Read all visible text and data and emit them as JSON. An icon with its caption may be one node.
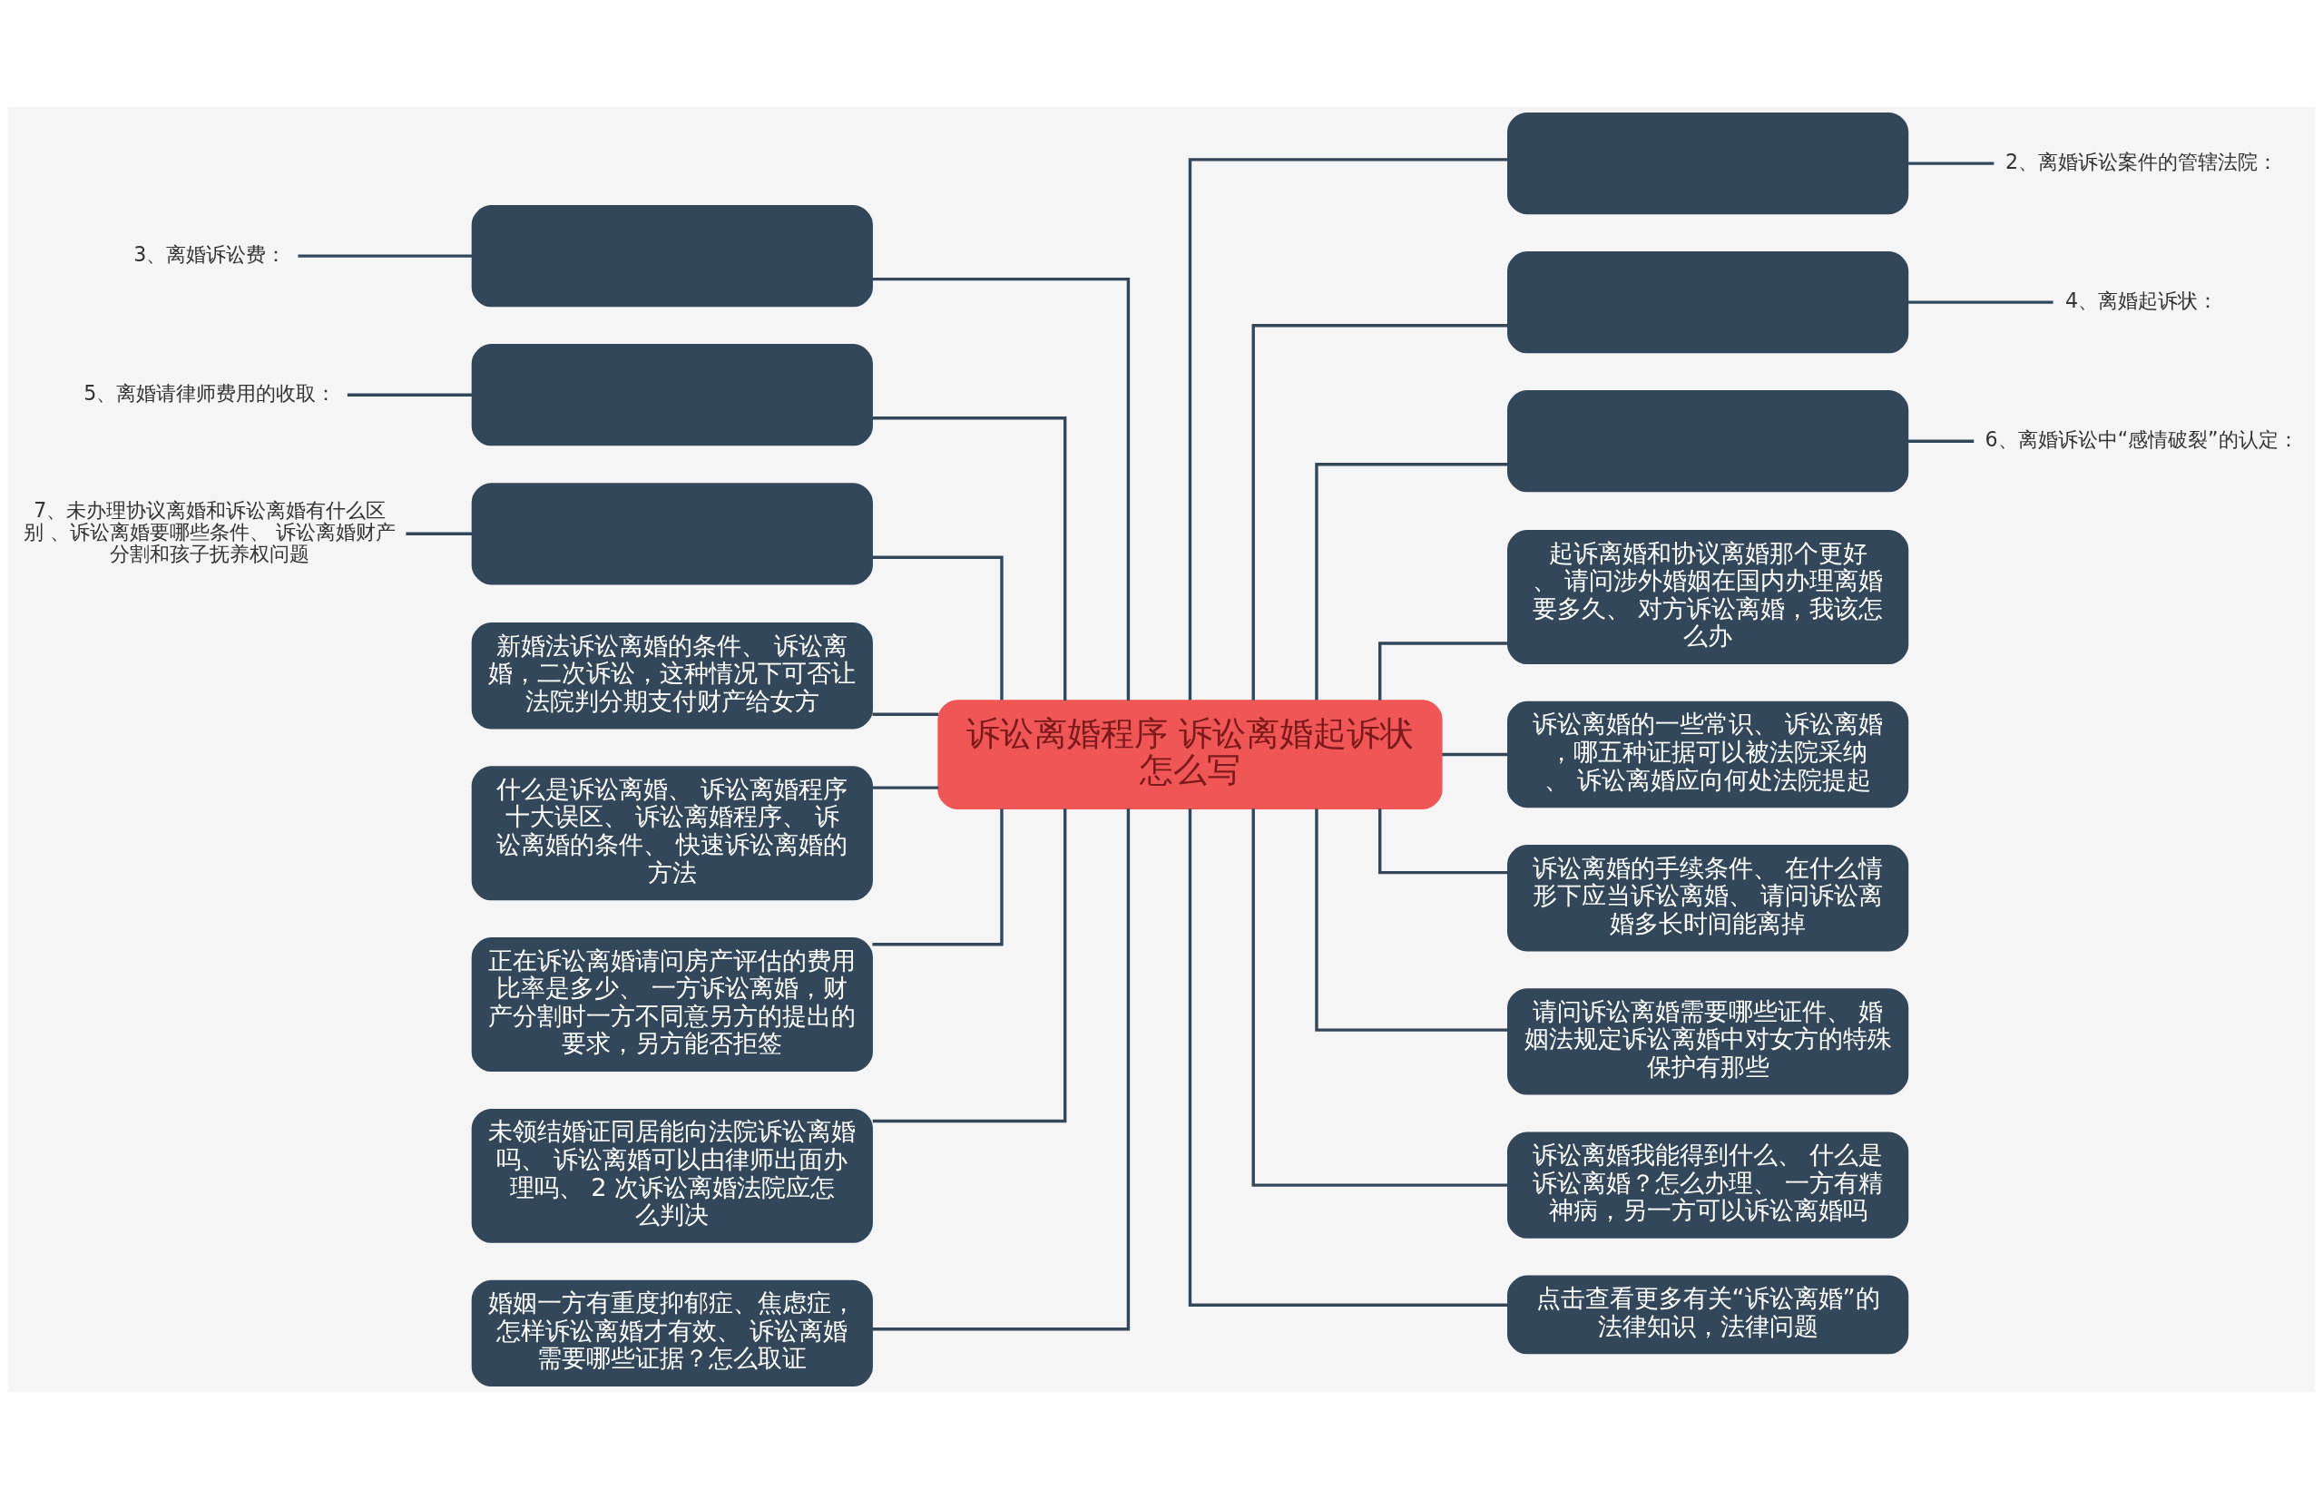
{
  "diagram": {
    "nodes": [
      {
        "text": [
          "诉讼离婚程序 诉讼离婚起诉状怎么写"
        ]
      },
      {
        "text": [],
        "shape": "box"
      },
      {
        "text": [],
        "shape": "box"
      },
      {
        "text": [],
        "shape": "box"
      },
      {
        "text": [
          "新婚法诉讼离婚的条件、 诉讼离婚，二次诉讼，这种情况下可否让法院判分期支付财产给女方"
        ]
      },
      {
        "text": [
          "什么是诉讼离婚、 诉讼离婚程序十大误区、 诉讼离婚程序、 诉讼离婚的条件、 快速诉讼离婚的方法"
        ]
      },
      {
        "text": [
          "正在诉讼离婚请问房产评估的费用比率是多少、 一方诉讼离婚，财产分割时一方不同意另方的提出的要求，另方能否拒签"
        ]
      },
      {
        "text": [
          "未领结婚证同居能向法院诉讼离婚吗、 诉讼离婚可以由律师出面办理吗、 2 次诉讼离婚法院应怎么判决"
        ]
      },
      {
        "text": [
          "婚姻一方有重度抑郁症、焦虑症，怎样诉讼离婚才有效、 诉讼离婚需要哪些证据？怎么取证"
        ]
      },
      {
        "text": [],
        "shape": "box"
      },
      {
        "text": [],
        "shape": "box"
      },
      {
        "text": [],
        "shape": "box"
      },
      {
        "text": [
          "起诉离婚和协议离婚那个更好、 请问涉外婚姻在国内办理离婚要多久、 对方诉讼离婚，我该怎么办"
        ]
      },
      {
        "text": [
          "诉讼离婚的一些常识、 诉讼离婚，哪五种证据可以被法院采纳、 诉讼离婚应向何处法院提起"
        ]
      },
      {
        "text": [
          "诉讼离婚的手续条件、 在什么情形下应当诉讼离婚、 请问诉讼离婚多长时间能离掉"
        ]
      },
      {
        "text": [
          "请问诉讼离婚需要哪些证件、 婚姻法规定诉讼离婚中对女方的特殊保护有那些"
        ]
      },
      {
        "text": [
          "诉讼离婚我能得到什么、 什么是诉讼离婚？怎么办理、 一方有精神病，另一方可以诉讼离婚吗"
        ]
      },
      {
        "text": [
          "点击查看更多有关“诉讼离婚”的法律知识，法律问题"
        ]
      },
      {
        "text": [
          "3、离婚诉讼费："
        ]
      },
      {
        "text": [
          "5、离婚请律师费用的收取："
        ]
      },
      {
        "text": [
          "7、未办理协议离婚和诉讼离婚有什么区别 、诉讼离婚要哪些条件、 诉讼离婚财产分割和孩子抚养权问题"
        ]
      },
      {
        "text": [
          "2、离婚诉讼案件的管辖法院："
        ]
      },
      {
        "text": [
          "4、离婚起诉状："
        ]
      },
      {
        "text": [
          "6、离婚诉讼中“感情破裂”的认定："
        ]
      }
    ],
    "edges": [
      {
        "from": 18,
        "to": 1,
        "arrow": "none"
      },
      {
        "from": 19,
        "to": 2,
        "arrow": "none"
      },
      {
        "from": 20,
        "to": 3,
        "arrow": "none"
      },
      {
        "from": 1,
        "to": 0,
        "arrow": "none"
      },
      {
        "from": 2,
        "to": 0,
        "arrow": "none"
      },
      {
        "from": 3,
        "to": 0,
        "arrow": "none"
      },
      {
        "from": 4,
        "to": 0,
        "arrow": "none"
      },
      {
        "from": 5,
        "to": 0,
        "arrow": "none"
      },
      {
        "from": 6,
        "to": 0,
        "arrow": "none"
      },
      {
        "from": 7,
        "to": 0,
        "arrow": "none"
      },
      {
        "from": 8,
        "to": 0,
        "arrow": "none"
      },
      {
        "from": 0,
        "to": 9,
        "arrow": "none"
      },
      {
        "from": 0,
        "to": 10,
        "arrow": "none"
      },
      {
        "from": 0,
        "to": 11,
        "arrow": "none"
      },
      {
        "from": 0,
        "to": 12,
        "arrow": "none"
      },
      {
        "from": 0,
        "to": 13,
        "arrow": "none"
      },
      {
        "from": 0,
        "to": 14,
        "arrow": "none"
      },
      {
        "from": 0,
        "to": 15,
        "arrow": "none"
      },
      {
        "from": 0,
        "to": 16,
        "arrow": "none"
      },
      {
        "from": 0,
        "to": 17,
        "arrow": "none"
      },
      {
        "from": 9,
        "to": 21,
        "arrow": "none"
      },
      {
        "from": 10,
        "to": 22,
        "arrow": "none"
      },
      {
        "from": 11,
        "to": 23,
        "arrow": "none"
      }
    ]
  }
}
